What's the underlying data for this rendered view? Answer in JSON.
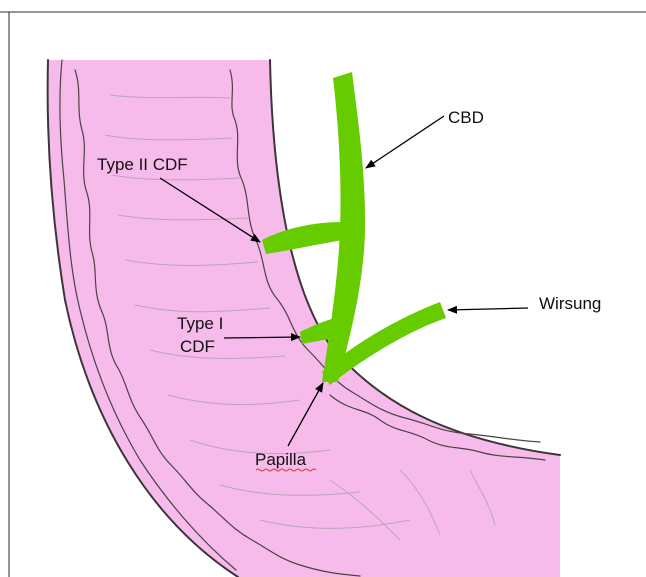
{
  "labels": {
    "cbd": "CBD",
    "type2": "Type II CDF",
    "type1_line1": "Type I",
    "type1_line2": "CDF",
    "wirsung": "Wirsung",
    "papilla": "Papilla"
  },
  "colors": {
    "duodenum_fill": "#f7bbeb",
    "duct_green": "#66cc00",
    "outline": "#3d3638"
  }
}
